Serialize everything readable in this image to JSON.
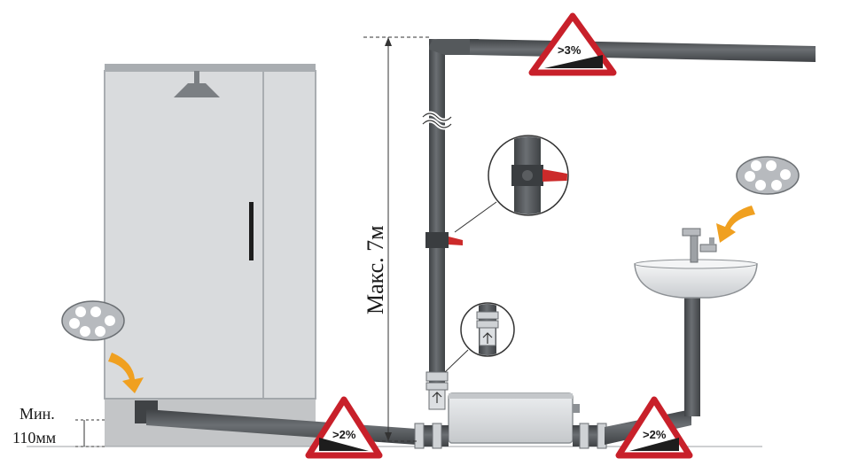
{
  "labels": {
    "max_height": "Макс. 7м",
    "min_label_1": "Мин.",
    "min_label_2": "110мм",
    "slope_top": ">3%",
    "slope_left": ">2%",
    "slope_right": ">2%"
  },
  "colors": {
    "pipe": "#55595c",
    "pipe_dark": "#3f4245",
    "shower_panel": "#d9dbdd",
    "shower_frame": "#a9adb1",
    "floor": "#c3c5c7",
    "valve_red": "#cc2a2a",
    "triangle_red": "#c8202a",
    "arrow_orange": "#f0a020",
    "pump_body": "#dcdfe2",
    "sink": "#e9ebed"
  },
  "icons": {
    "drain_grate": "drain-grate-icon",
    "arrow": "curved-arrow-icon",
    "valve": "ball-valve-icon",
    "check_valve": "check-valve-icon",
    "slope": "slope-warning-icon"
  }
}
